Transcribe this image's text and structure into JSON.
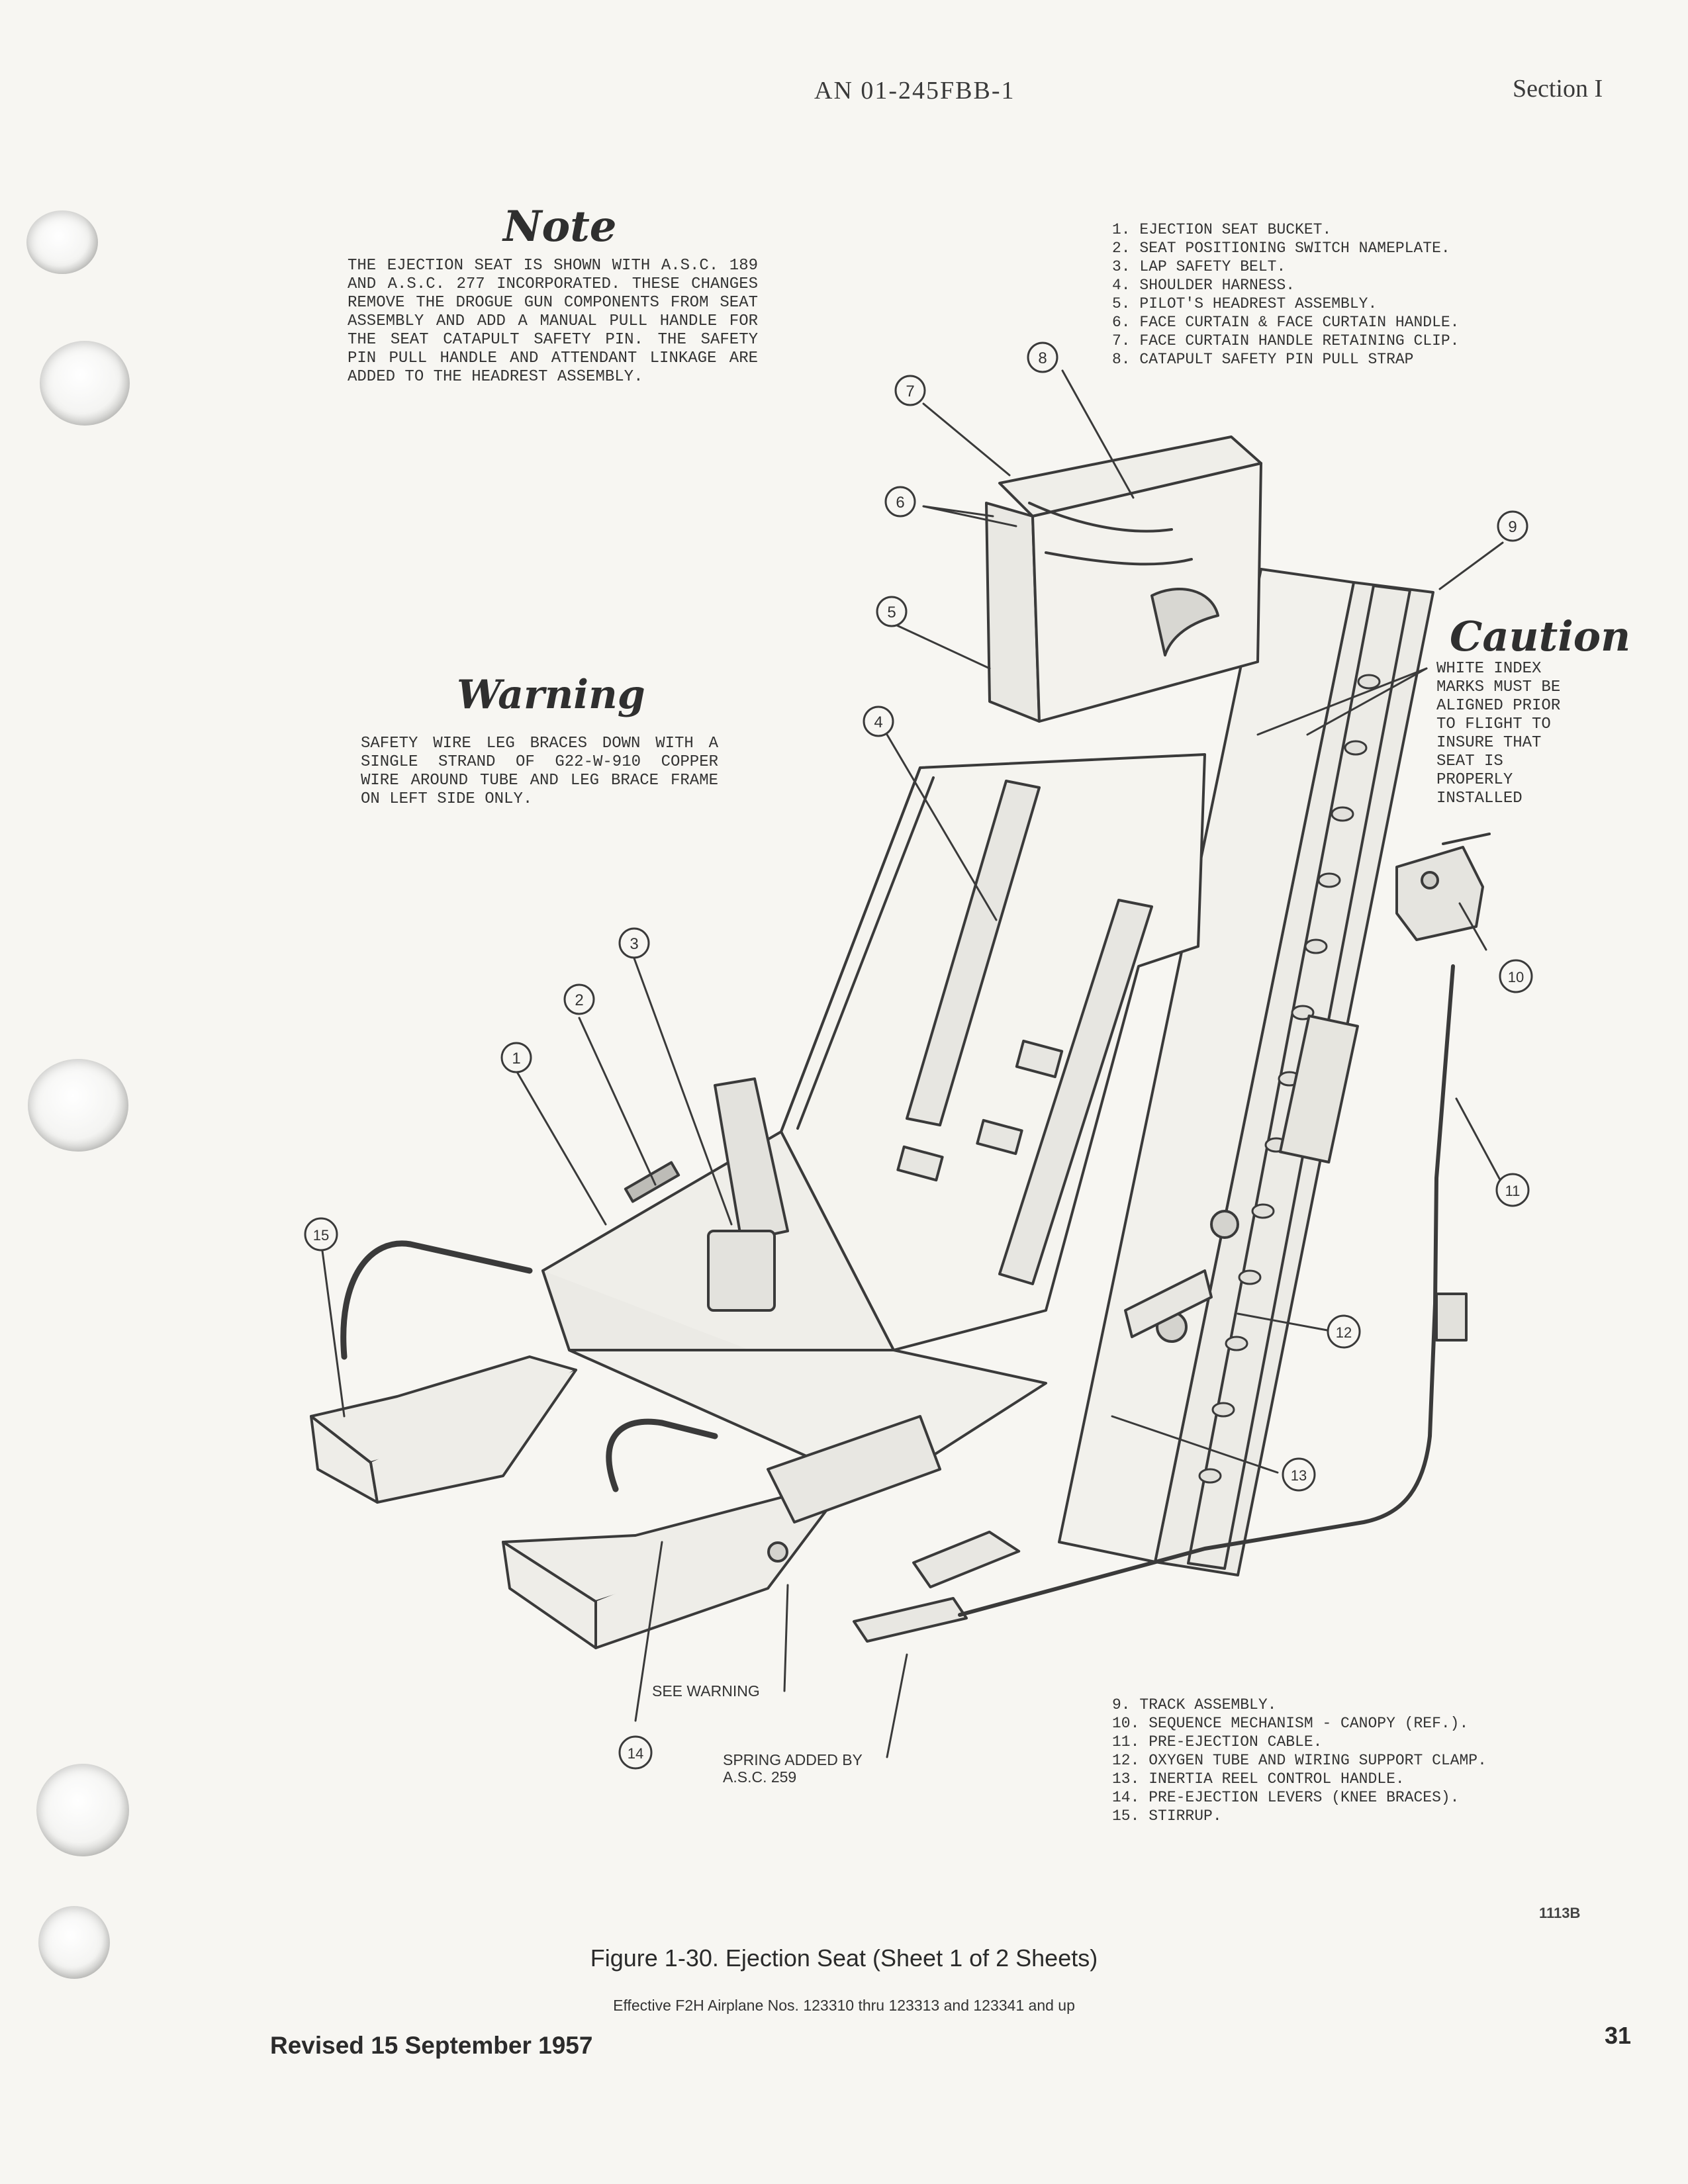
{
  "header": {
    "doc_number": "AN 01-245FBB-1",
    "section": "Section I"
  },
  "note": {
    "title": "Note",
    "text": "THE EJECTION SEAT IS SHOWN WITH A.S.C. 189 AND A.S.C. 277 INCORPORATED. THESE CHANGES REMOVE THE DROGUE GUN COMPONENTS FROM SEAT ASSEMBLY AND ADD A MANUAL PULL HANDLE FOR THE SEAT CATAPULT SAFETY PIN. THE SAFETY PIN PULL HANDLE AND ATTENDANT LINKAGE ARE ADDED TO THE HEADREST ASSEMBLY."
  },
  "warning": {
    "title": "Warning",
    "text": "SAFETY WIRE LEG BRACES DOWN WITH A SINGLE STRAND OF G22-W-910 COPPER WIRE AROUND TUBE AND LEG BRACE FRAME ON LEFT SIDE ONLY."
  },
  "caution": {
    "title": "Caution",
    "text": "WHITE INDEX\nMARKS MUST BE\nALIGNED PRIOR\nTO FLIGHT TO\nINSURE THAT\nSEAT IS\nPROPERLY\nINSTALLED"
  },
  "legend_top": [
    "1. EJECTION SEAT BUCKET.",
    "2. SEAT POSITIONING SWITCH NAMEPLATE.",
    "3. LAP SAFETY BELT.",
    "4. SHOULDER HARNESS.",
    "5. PILOT'S HEADREST ASSEMBLY.",
    "6. FACE CURTAIN & FACE CURTAIN HANDLE.",
    "7. FACE CURTAIN HANDLE RETAINING CLIP.",
    "8. CATAPULT SAFETY PIN PULL STRAP"
  ],
  "legend_bottom": [
    "9. TRACK ASSEMBLY.",
    "10. SEQUENCE MECHANISM - CANOPY (REF.).",
    "11. PRE-EJECTION CABLE.",
    "12. OXYGEN TUBE AND WIRING SUPPORT CLAMP.",
    "13. INERTIA REEL CONTROL HANDLE.",
    "14. PRE-EJECTION LEVERS (KNEE BRACES).",
    "15. STIRRUP."
  ],
  "callouts": {
    "see_warning": "SEE WARNING",
    "spring_added": "SPRING ADDED BY\nA.S.C. 259",
    "numbers": [
      "1",
      "2",
      "3",
      "4",
      "5",
      "6",
      "7",
      "8",
      "9",
      "10",
      "11",
      "12",
      "13",
      "14",
      "15"
    ]
  },
  "figure": {
    "code": "1113B",
    "caption": "Figure 1-30. Ejection Seat (Sheet 1 of 2 Sheets)",
    "effectivity": "Effective F2H Airplane Nos. 123310 thru 123313 and 123341 and up"
  },
  "footer": {
    "revised": "Revised 15 September 1957",
    "page_number": "31"
  }
}
